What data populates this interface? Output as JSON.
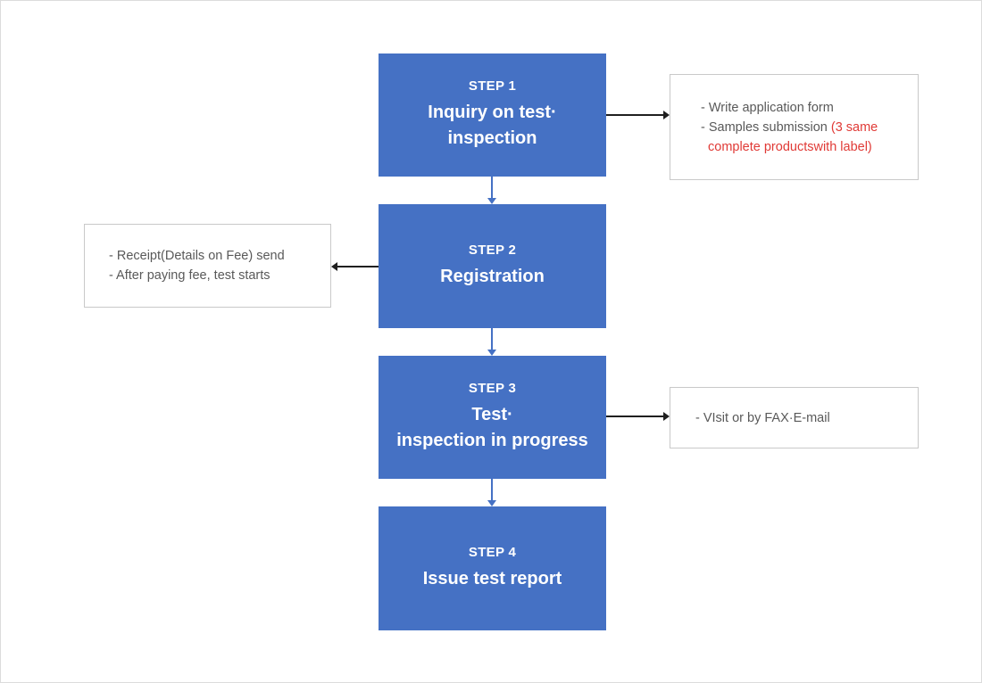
{
  "colors": {
    "step_box_blue": "#4571c4",
    "step_text": "#ffffff",
    "note_border_gray": "#c9c9c9",
    "note_text_gray": "#595959",
    "highlight_red": "#e03a36",
    "connector_blue": "#4571c4",
    "connector_black": "#1f1f1f"
  },
  "steps": [
    {
      "label": "STEP 1",
      "title_line1": "Inquiry on test·",
      "title_line2": "inspection"
    },
    {
      "label": "STEP 2",
      "title_line1": "Registration"
    },
    {
      "label": "STEP 3",
      "title_line1": "Test·",
      "title_line2": "inspection in progress"
    },
    {
      "label": "STEP 4",
      "title_line1": "Issue test report"
    }
  ],
  "notes": {
    "step1_right": {
      "line1": "- Write application form",
      "line2_text": "- Samples submission ",
      "line2_red": "(3 same",
      "line3_red": "complete productswith label)"
    },
    "step2_left": {
      "line1": "- Receipt(Details on Fee) send",
      "line2": "- After paying fee, test starts"
    },
    "step3_right": {
      "line1": "- VIsit or by FAX·E-mail"
    }
  }
}
